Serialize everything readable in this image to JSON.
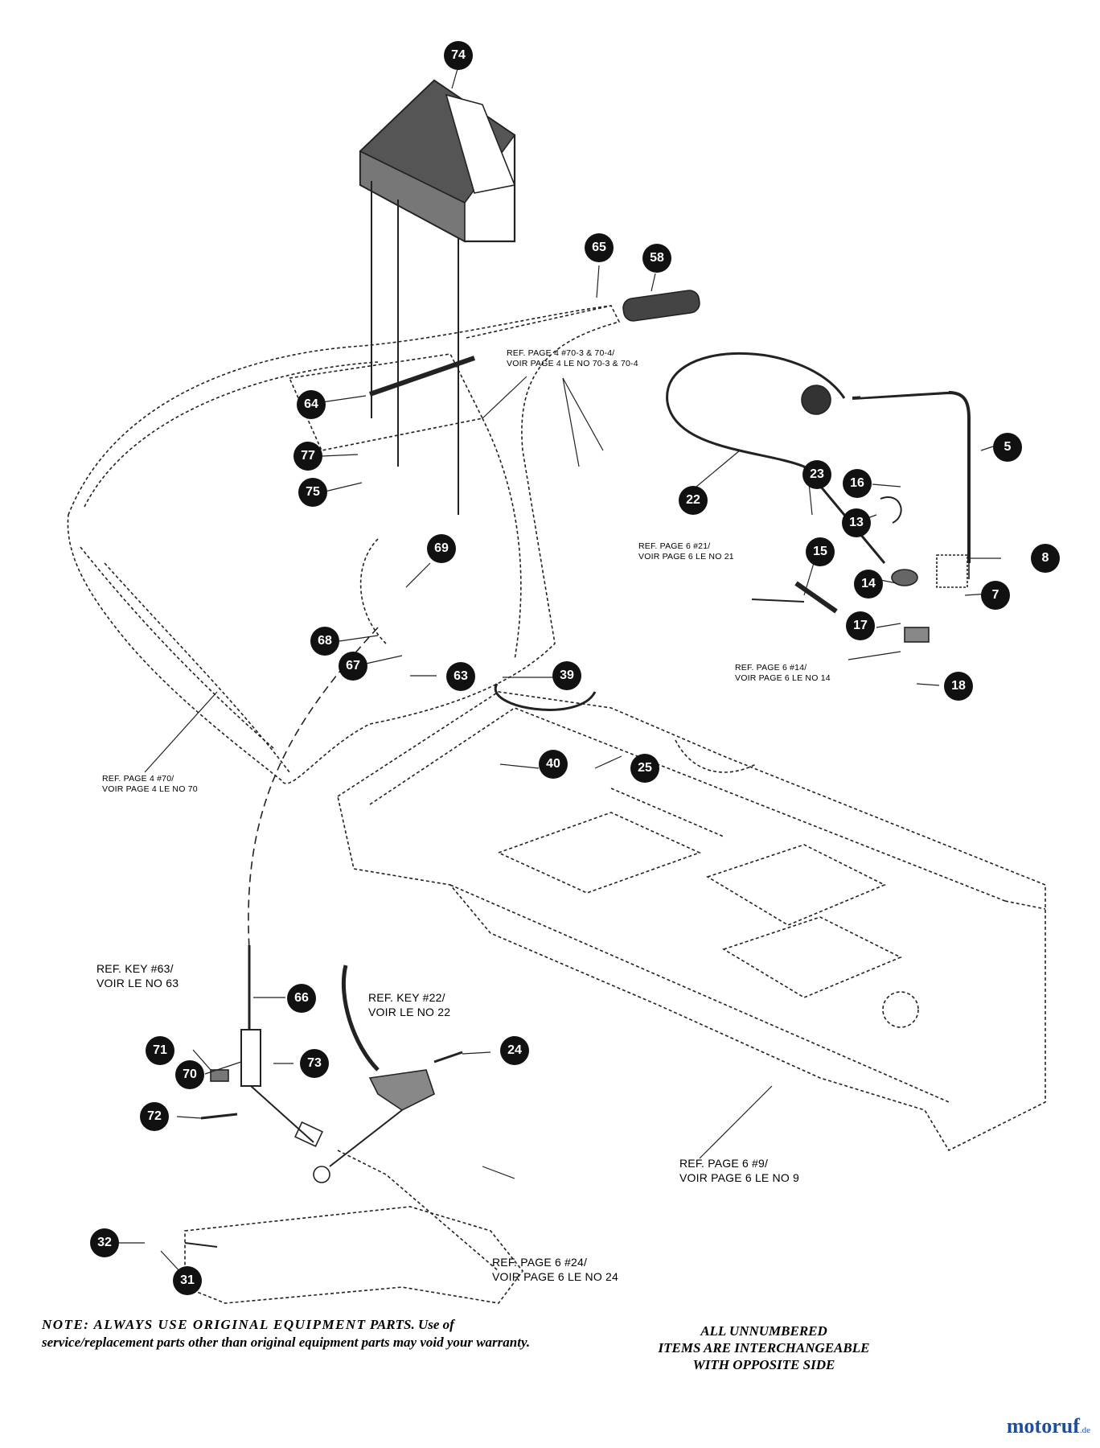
{
  "callouts": [
    "74",
    "65",
    "58",
    "64",
    "77",
    "75",
    "69",
    "68",
    "67",
    "63",
    "39",
    "40",
    "25",
    "22",
    "23",
    "16",
    "13",
    "5",
    "8",
    "15",
    "14",
    "7",
    "17",
    "18",
    "66",
    "71",
    "70",
    "73",
    "72",
    "24",
    "32",
    "31"
  ],
  "refs": {
    "r1": [
      "REF. PAGE 4 #70-3 & 70-4/",
      "VOIR PAGE 4 LE NO 70-3 & 70-4"
    ],
    "r2": [
      "REF. PAGE 6 #21/",
      "VOIR PAGE 6 LE NO 21"
    ],
    "r3": [
      "REF. PAGE 6 #14/",
      "VOIR PAGE 6 LE NO 14"
    ],
    "r4": [
      "REF. PAGE 4 #70/",
      "VOIR PAGE 4 LE NO 70"
    ],
    "r5": [
      "REF. KEY #63/",
      "VOIR LE NO 63"
    ],
    "r6": [
      "REF. KEY #22/",
      "VOIR LE NO 22"
    ],
    "r7": [
      "REF. PAGE 6 #9/",
      "VOIR PAGE 6 LE NO 9"
    ],
    "r8": [
      "REF. PAGE 6 #24/",
      "VOIR PAGE 6 LE NO 24"
    ]
  },
  "note": {
    "head": "NOTE: ALWAYS USE ORIGINAL EQUIPMENT",
    "body": "PARTS. Use of service/replacement parts other than original equipment parts may void your warranty."
  },
  "note_right": [
    "ALL UNNUMBERED",
    "ITEMS ARE INTERCHANGEABLE",
    "WITH OPPOSITE SIDE"
  ],
  "watermark": {
    "brand": "motoruf",
    "suffix": ".de"
  }
}
